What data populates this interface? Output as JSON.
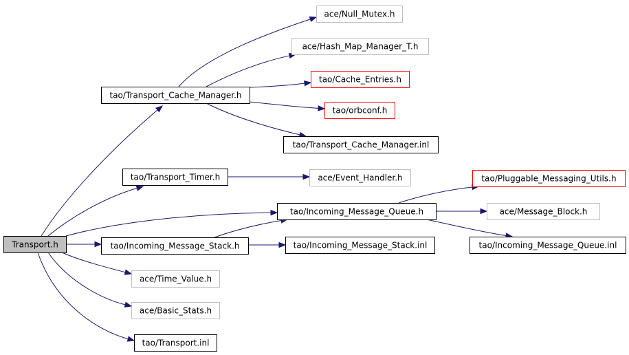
{
  "colors": {
    "edge": "#191970",
    "root_fill": "#bfbfbf",
    "border_black": "#000000",
    "border_gray": "#bfbfbf",
    "border_red": "#ff0000"
  },
  "nodes": {
    "transport_h": {
      "label": "Transport.h",
      "style": "root"
    },
    "transport_cache_manager_h": {
      "label": "tao/Transport_Cache_Manager.h",
      "style": "black"
    },
    "transport_timer_h": {
      "label": "tao/Transport_Timer.h",
      "style": "black"
    },
    "incoming_message_stack_h": {
      "label": "tao/Incoming_Message_Stack.h",
      "style": "black"
    },
    "time_value_h": {
      "label": "ace/Time_Value.h",
      "style": "gray"
    },
    "basic_stats_h": {
      "label": "ace/Basic_Stats.h",
      "style": "gray"
    },
    "transport_inl": {
      "label": "tao/Transport.inl",
      "style": "black"
    },
    "null_mutex_h": {
      "label": "ace/Null_Mutex.h",
      "style": "gray"
    },
    "hash_map_manager_t_h": {
      "label": "ace/Hash_Map_Manager_T.h",
      "style": "gray"
    },
    "cache_entries_h": {
      "label": "tao/Cache_Entries.h",
      "style": "red"
    },
    "orbconf_h": {
      "label": "tao/orbconf.h",
      "style": "red"
    },
    "transport_cache_manager_inl": {
      "label": "tao/Transport_Cache_Manager.inl",
      "style": "black"
    },
    "event_handler_h": {
      "label": "ace/Event_Handler.h",
      "style": "gray"
    },
    "incoming_message_queue_h": {
      "label": "tao/Incoming_Message_Queue.h",
      "style": "black"
    },
    "incoming_message_stack_inl": {
      "label": "tao/Incoming_Message_Stack.inl",
      "style": "black"
    },
    "pluggable_messaging_utils_h": {
      "label": "tao/Pluggable_Messaging_Utils.h",
      "style": "red"
    },
    "message_block_h": {
      "label": "ace/Message_Block.h",
      "style": "gray"
    },
    "incoming_message_queue_inl": {
      "label": "tao/Incoming_Message_Queue.inl",
      "style": "black"
    }
  },
  "edges": [
    {
      "from": "transport_h",
      "to": "transport_cache_manager_h"
    },
    {
      "from": "transport_h",
      "to": "transport_timer_h"
    },
    {
      "from": "transport_h",
      "to": "incoming_message_queue_h"
    },
    {
      "from": "transport_h",
      "to": "incoming_message_stack_h"
    },
    {
      "from": "transport_h",
      "to": "time_value_h"
    },
    {
      "from": "transport_h",
      "to": "basic_stats_h"
    },
    {
      "from": "transport_h",
      "to": "transport_inl"
    },
    {
      "from": "transport_cache_manager_h",
      "to": "null_mutex_h"
    },
    {
      "from": "transport_cache_manager_h",
      "to": "hash_map_manager_t_h"
    },
    {
      "from": "transport_cache_manager_h",
      "to": "cache_entries_h"
    },
    {
      "from": "transport_cache_manager_h",
      "to": "orbconf_h"
    },
    {
      "from": "transport_cache_manager_h",
      "to": "transport_cache_manager_inl"
    },
    {
      "from": "transport_timer_h",
      "to": "event_handler_h"
    },
    {
      "from": "incoming_message_stack_h",
      "to": "incoming_message_queue_h"
    },
    {
      "from": "incoming_message_stack_h",
      "to": "incoming_message_stack_inl"
    },
    {
      "from": "incoming_message_queue_h",
      "to": "pluggable_messaging_utils_h"
    },
    {
      "from": "incoming_message_queue_h",
      "to": "message_block_h"
    },
    {
      "from": "incoming_message_queue_h",
      "to": "incoming_message_queue_inl"
    }
  ]
}
